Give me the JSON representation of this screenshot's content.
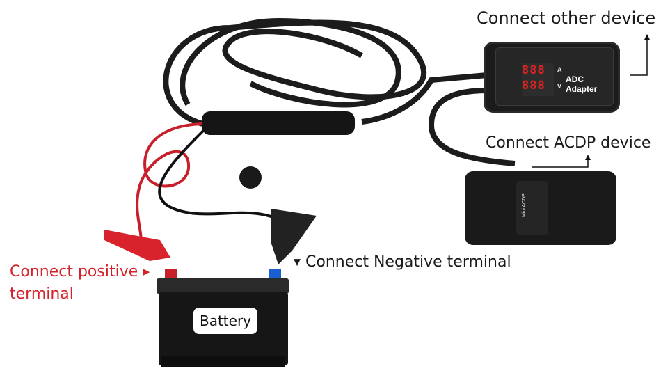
{
  "labels": {
    "connect_other_device": "Connect other device",
    "connect_acdp_device": "Connect ACDP device",
    "connect_positive_line1": "Connect positive",
    "connect_positive_line2": "terminal",
    "connect_negative": "Connect Negative terminal"
  },
  "adc_adapter": {
    "name": "ADC Adapter",
    "amp_display": "888",
    "volt_display": "888",
    "amp_unit": "A",
    "volt_unit": "V"
  },
  "acdp": {
    "name": "Mini ACDP"
  },
  "battery": {
    "label": "Battery"
  },
  "colors": {
    "positive": "#d3232a",
    "negative": "#1a5fd0",
    "device": "#1b1b1b"
  }
}
